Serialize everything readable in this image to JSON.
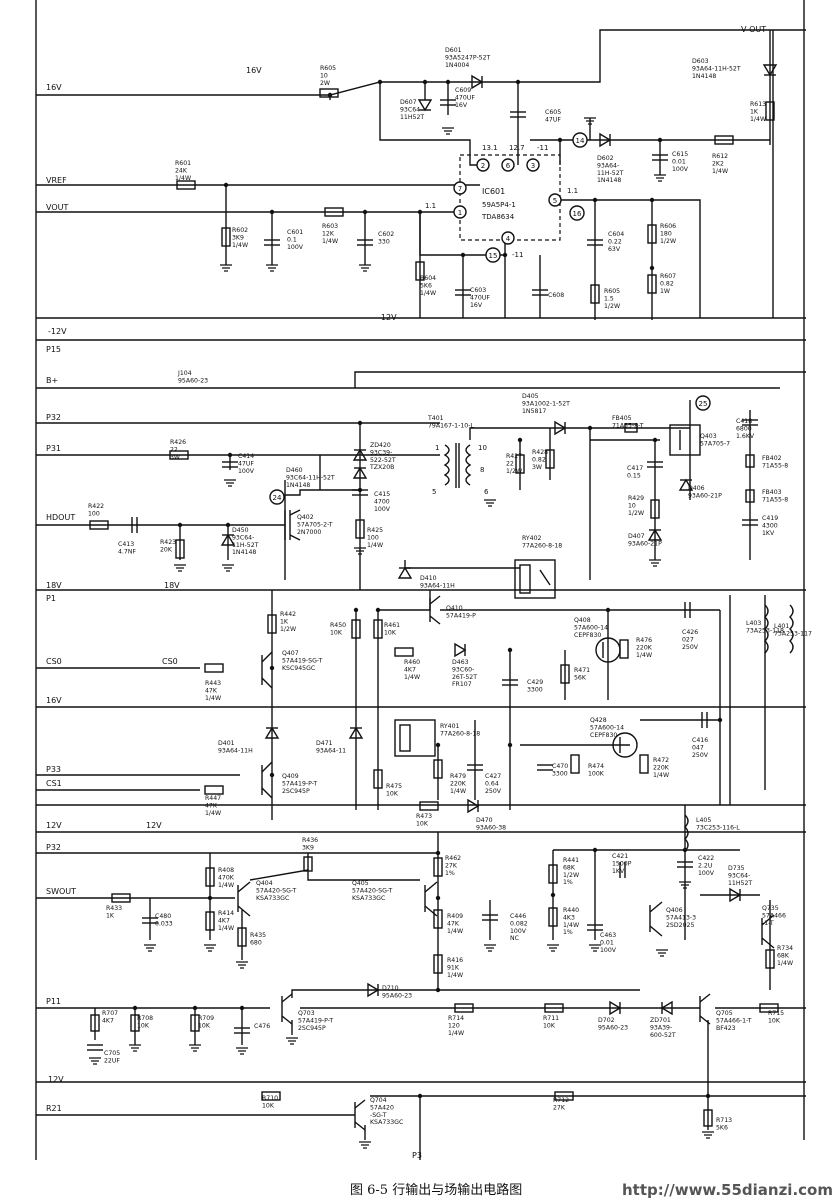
{
  "caption": "图 6-5   行输出与场输出电路图",
  "watermark": "http://www.55dianzi.com",
  "nets": {
    "v_out_top": "V-OUT",
    "n16v": "16V",
    "n16v_mid": "16V",
    "vref": "VREF",
    "vout": "VOUT",
    "m12v": "-12V",
    "m12v_mid": "-12V",
    "p15": "P15",
    "bplus": "B+",
    "p32a": "P32",
    "p31": "P31",
    "hdout": "HDOUT",
    "n18v": "18V",
    "n18v_mid": "18V",
    "p1": "P1",
    "cs0": "CS0",
    "cs0_mid": "CS0",
    "n16v_b": "16V",
    "p33": "P33",
    "cs1": "CS1",
    "n12v": "12V",
    "n12v_mid": "12V",
    "p32b": "P32",
    "swout": "SWOUT",
    "p11": "P11",
    "n12v_b": "12V",
    "r21": "R21",
    "p3": "P3"
  },
  "ic": {
    "ref": "IC601",
    "part1": "59A5P4-1",
    "part2": "TDA8634",
    "pins": {
      "p1": "1",
      "p2": "2",
      "p3": "3",
      "p4": "4",
      "p5": "5",
      "p6": "6",
      "p7": "7"
    },
    "volts": {
      "v1": "1.1",
      "v2": "13.1",
      "v3": "-11",
      "v4": "-11",
      "v5": "1.1",
      "v6": "12.7"
    }
  },
  "test_points": {
    "tp14": "14",
    "tp15": "15",
    "tp16": "16",
    "tp24": "24",
    "tp25": "25"
  },
  "parts": {
    "d601": [
      "D601",
      "93A5247P-52T",
      "1N4004"
    ],
    "d603": [
      "D603",
      "93A64-11H-52T",
      "1N4148"
    ],
    "r605": [
      "R605",
      "10",
      "2W"
    ],
    "d607": [
      "D607",
      "93C64-",
      "11H52T"
    ],
    "c609": [
      "C609",
      "470UF",
      "16V"
    ],
    "c605": [
      "C605",
      "47UF"
    ],
    "r613": [
      "R613",
      "1K",
      "1/4W"
    ],
    "d602": [
      "D602",
      "93A64-",
      "11H-52T",
      "1N4148"
    ],
    "c615": [
      "C615",
      "0.01",
      "100V"
    ],
    "r612": [
      "R612",
      "2K2",
      "1/4W"
    ],
    "r601": [
      "R601",
      "24K",
      "1/4W"
    ],
    "r602": [
      "R602",
      "3K9",
      "1/4W"
    ],
    "c601": [
      "C601",
      "0.1",
      "100V"
    ],
    "r603": [
      "R603",
      "12K",
      "1/4W"
    ],
    "c602": [
      "C602",
      "330"
    ],
    "c604": [
      "C604",
      "0.22",
      "63V"
    ],
    "r606": [
      "R606",
      "180",
      "1/2W"
    ],
    "r604": [
      "R604",
      "5K6",
      "1/4W"
    ],
    "c603": [
      "C603",
      "470UF",
      "16V"
    ],
    "c608": [
      "C608"
    ],
    "r605b": [
      "R605",
      "1.5",
      "1/2W"
    ],
    "r607": [
      "R607",
      "0.82",
      "1W"
    ],
    "j104": [
      "J104",
      "95A60-23"
    ],
    "t401": [
      "T401",
      "79A167-1-10-L"
    ],
    "d405": [
      "D405",
      "93A1002-1-52T",
      "1N5817"
    ],
    "fb405": [
      "FB405",
      "71A55-8-T"
    ],
    "c418": [
      "C418",
      "6800",
      "1.6KV"
    ],
    "r426": [
      "R426",
      "22",
      "3W"
    ],
    "c414": [
      "C414",
      "47UF",
      "100V"
    ],
    "zd420": [
      "ZD420",
      "93C39-",
      "522-52T",
      "TZX20B"
    ],
    "d460": [
      "D460",
      "93C64-11H-52T",
      "1N4148"
    ],
    "r427": [
      "R427",
      "22",
      "1/2W"
    ],
    "r428": [
      "R428",
      "0.82",
      "3W"
    ],
    "c417": [
      "C417",
      "0.15"
    ],
    "q403": [
      "Q403",
      "57A705-7"
    ],
    "fb402": [
      "FB402",
      "71A55-8"
    ],
    "fb403": [
      "FB403",
      "71A55-8"
    ],
    "d406": [
      "D406",
      "93A60-21P"
    ],
    "c415": [
      "C415",
      "4700",
      "100V"
    ],
    "r422": [
      "R422",
      "100"
    ],
    "q402": [
      "Q402",
      "57A705-2-T",
      "2N7000"
    ],
    "r429": [
      "R429",
      "10",
      "1/2W"
    ],
    "c419": [
      "C419",
      "4300",
      "1KV"
    ],
    "c413": [
      "C413",
      "4.7NF"
    ],
    "r423": [
      "R423",
      "20K"
    ],
    "d450": [
      "D450",
      "93C64-",
      "11H-52T",
      "1N4148"
    ],
    "r425": [
      "R425",
      "100",
      "1/4W"
    ],
    "d407": [
      "D407",
      "93A60-21P"
    ],
    "ry402": [
      "RY402",
      "77A260-8-18"
    ],
    "d410": [
      "D410",
      "93A64-11H"
    ],
    "r442": [
      "R442",
      "1K",
      "1/2W"
    ],
    "r450": [
      "R450",
      "10K"
    ],
    "r461": [
      "R461",
      "10K"
    ],
    "q410": [
      "Q410",
      "57A419-P"
    ],
    "c426": [
      "C426",
      "027",
      "250V"
    ],
    "q408": [
      "Q408",
      "57A600-14",
      "CEPF830"
    ],
    "r476": [
      "R476",
      "220K",
      "1/4W"
    ],
    "l403": [
      "L403",
      "73A253-118"
    ],
    "l401": [
      "L401",
      "73A253-117"
    ],
    "q407": [
      "Q407",
      "57A419-SG-T",
      "KSC945GC"
    ],
    "r460": [
      "R460",
      "4K7",
      "1/4W"
    ],
    "d463": [
      "D463",
      "93C60-",
      "26T-52T",
      "FR107"
    ],
    "r471": [
      "R471",
      "56K"
    ],
    "c429": [
      "C429",
      "3300"
    ],
    "r443": [
      "R443",
      "47K",
      "1/4W"
    ],
    "d401": [
      "D401",
      "93A64-11H"
    ],
    "d471": [
      "D471",
      "93A64-11"
    ],
    "ry401": [
      "RY401",
      "77A260-8-18"
    ],
    "q428": [
      "Q428",
      "57A600-14",
      "CEPF830"
    ],
    "c416": [
      "C416",
      "047",
      "250V"
    ],
    "q409": [
      "Q409",
      "57A419-P-T",
      "2SC945P"
    ],
    "r479": [
      "R479",
      "220K",
      "1/4W"
    ],
    "c427": [
      "C427",
      "0.64",
      "250V"
    ],
    "c470": [
      "C470",
      "3300"
    ],
    "r474": [
      "R474",
      "100K"
    ],
    "r472": [
      "R472",
      "220K",
      "1/4W"
    ],
    "r447": [
      "R447",
      "47K",
      "1/4W"
    ],
    "r475": [
      "R475",
      "10K"
    ],
    "r473": [
      "R473",
      "10K"
    ],
    "d470": [
      "D470",
      "93A60-38"
    ],
    "l405": [
      "L405",
      "73C253-116-L"
    ],
    "r436": [
      "R436",
      "3K9"
    ],
    "r462": [
      "R462",
      "27K",
      "1%"
    ],
    "r441": [
      "R441",
      "68K",
      "1/2W",
      "1%"
    ],
    "c421": [
      "C421",
      "1500P",
      "1KV"
    ],
    "c422": [
      "C422",
      "2.2U",
      "100V"
    ],
    "d735": [
      "D735",
      "93C64-",
      "11H52T"
    ],
    "r408": [
      "R408",
      "470K",
      "1/4W"
    ],
    "q404": [
      "Q404",
      "57A420-SG-T",
      "KSA733GC"
    ],
    "q405": [
      "Q405",
      "57A420-SG-T",
      "KSA733GC"
    ],
    "r409": [
      "R409",
      "47K",
      "1/4W"
    ],
    "c446": [
      "C446",
      "0.082",
      "100V",
      "NC"
    ],
    "r440": [
      "R440",
      "4K3",
      "1/4W",
      "1%"
    ],
    "q406": [
      "Q406",
      "57A413-3",
      "2SD2025"
    ],
    "q735": [
      "Q735",
      "57A466",
      "-1-T"
    ],
    "r433": [
      "R433",
      "1K"
    ],
    "c480": [
      "C480",
      "0.033"
    ],
    "r414": [
      "R414",
      "4K7",
      "1/4W"
    ],
    "r435": [
      "R435",
      "680"
    ],
    "c463": [
      "C463",
      "0.01",
      "100V"
    ],
    "r734": [
      "R734",
      "68K",
      "1/4W"
    ],
    "r416": [
      "R416",
      "91K",
      "1/4W"
    ],
    "r707": [
      "R707",
      "4K7"
    ],
    "r708": [
      "R708",
      "10K"
    ],
    "r709": [
      "R709",
      "10K"
    ],
    "c476": [
      "C476"
    ],
    "q703": [
      "Q703",
      "57A419-P-T",
      "2SC945P"
    ],
    "d710": [
      "D710",
      "95A60-23"
    ],
    "r714": [
      "R714",
      "120",
      "1/4W"
    ],
    "r711": [
      "R711",
      "10K"
    ],
    "d702": [
      "D702",
      "95A60-23"
    ],
    "zd701": [
      "ZD701",
      "93A39-",
      "600-52T"
    ],
    "q705": [
      "Q705",
      "57A466-1-T",
      "BF423"
    ],
    "r715": [
      "R715",
      "10K"
    ],
    "c705": [
      "C705",
      "22UF"
    ],
    "r710": [
      "R710",
      "10K"
    ],
    "q704": [
      "Q704",
      "57A420",
      "-SG-T",
      "KSA733GC"
    ],
    "r712": [
      "R712",
      "27K"
    ],
    "r713": [
      "R713",
      "5K6"
    ]
  }
}
